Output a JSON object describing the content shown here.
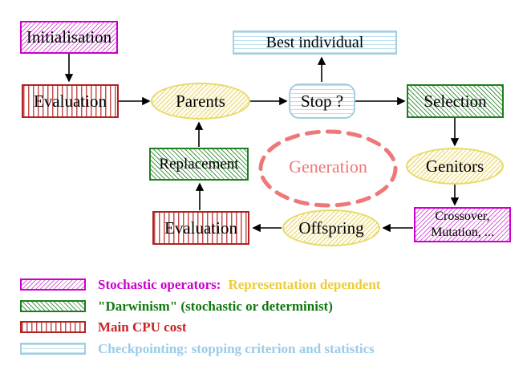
{
  "diagram": {
    "nodes": {
      "initialisation": "Initialisation",
      "best_individual": "Best individual",
      "evaluation_top": "Evaluation",
      "parents": "Parents",
      "stop": "Stop ?",
      "selection": "Selection",
      "replacement": "Replacement",
      "generation": "Generation",
      "genitors": "Genitors",
      "crossover_line1": "Crossover,",
      "crossover_line2": "Mutation, ...",
      "evaluation_bottom": "Evaluation",
      "offspring": "Offspring"
    }
  },
  "legend": {
    "items": [
      {
        "pattern": "magenta-diagonal-hatch",
        "label": "Stochastic operators:",
        "label_suffix": "Representation dependent"
      },
      {
        "pattern": "green-diagonal-hatch",
        "label": "\"Darwinism\" (stochastic or determinist)"
      },
      {
        "pattern": "red-vertical-stripes",
        "label": "Main CPU cost"
      },
      {
        "pattern": "cyan-horizontal-stripes",
        "label": "Checkpointing: stopping criterion and statistics"
      }
    ]
  },
  "colors": {
    "magenta": "#cc00cc",
    "magenta-hatch": "#d966d9",
    "green": "#1e7e1e",
    "green-hatch": "#4d994d",
    "red": "#b22222",
    "red-hatch": "#c4504f",
    "cyan": "#a3cfe0",
    "cyan-hatch": "#bedfec",
    "yellow-border": "#e8da66",
    "yellow-hatch": "#e6d484",
    "yellow-bg": "#fffdeb",
    "salmon": "#ee7878",
    "legend-magenta": "#cc00cc",
    "legend-yellow": "#eecc33",
    "legend-green": "#117711",
    "legend-red": "#cc2222",
    "legend-cyan": "#99ccea"
  }
}
